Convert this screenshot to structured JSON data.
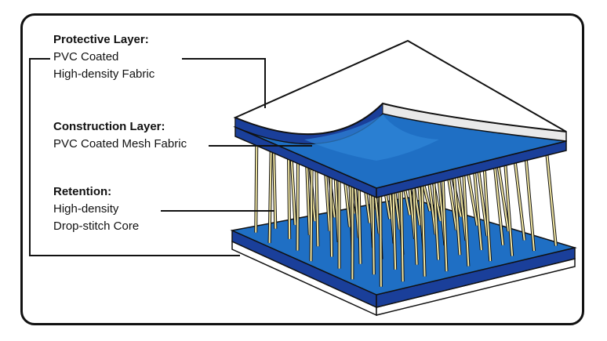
{
  "layers": [
    {
      "title": "Protective Layer:",
      "line1": "PVC Coated",
      "line2": "High-density Fabric"
    },
    {
      "title": "Construction Layer:",
      "line1": "PVC Coated Mesh Fabric"
    },
    {
      "title": "Retention:",
      "line1": "High-density",
      "line2": "Drop-stitch Core"
    }
  ],
  "colors": {
    "fabric_blue": "#1f6fc4",
    "fabric_blue_dark": "#1a3f9a",
    "stitch_yellow": "#f2e7a3",
    "outline": "#111111"
  }
}
